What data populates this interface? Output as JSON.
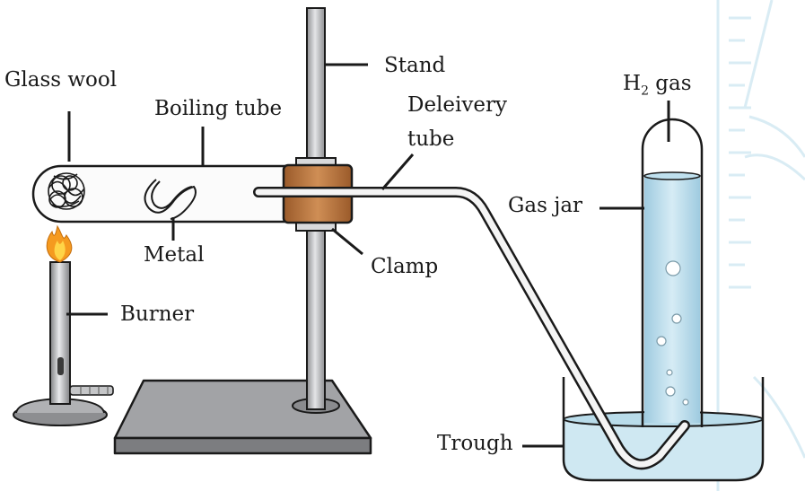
{
  "labels": {
    "stand": "Stand",
    "glass_wool": "Glass wool",
    "boiling_tube": "Boiling tube",
    "delivery_tube_line1": "Deleivery",
    "delivery_tube_line2": "tube",
    "h2_gas_H": "H",
    "h2_gas_sub": "2",
    "h2_gas_rest": " gas",
    "gas_jar": "Gas jar",
    "metal": "Metal",
    "clamp": "Clamp",
    "burner": "Burner",
    "trough": "Trough"
  },
  "colors": {
    "stroke": "#1a1a1a",
    "rod": "#b8b9bb",
    "cork": "#b9733d",
    "water": "#cbe6f1",
    "base": "#9c9da0",
    "flame_outer": "#f59a1f",
    "flame_inner": "#ffd447",
    "watermark": "#d6ebf3"
  },
  "icons": [
    "flame-icon",
    "bubble-icon"
  ]
}
